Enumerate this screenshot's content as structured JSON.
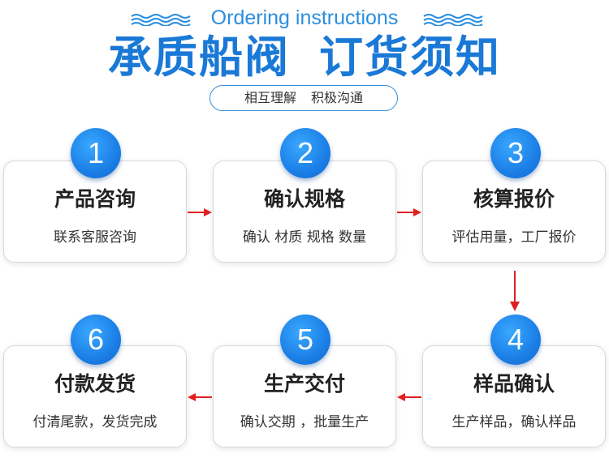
{
  "header": {
    "subtitle": "Ordering instructions",
    "title_part1": "承质船阀",
    "title_part2": "订货须知",
    "tagline_part1": "相互理解",
    "tagline_part2": "积极沟通"
  },
  "colors": {
    "accent_blue": "#1a79d6",
    "circle_blue": "#1b7fe6",
    "arrow_red": "#e02020"
  },
  "steps": [
    {
      "number": "1",
      "title": "产品咨询",
      "desc": "联系客服咨询"
    },
    {
      "number": "2",
      "title": "确认规格",
      "desc": "确认 材质  规格  数量"
    },
    {
      "number": "3",
      "title": "核算报价",
      "desc": "评估用量，工厂报价"
    },
    {
      "number": "4",
      "title": "样品确认",
      "desc": "生产样品，确认样品"
    },
    {
      "number": "5",
      "title": "生产交付",
      "desc": "确认交期 ，批量生产"
    },
    {
      "number": "6",
      "title": "付款发货",
      "desc": "付清尾款，发货完成"
    }
  ]
}
